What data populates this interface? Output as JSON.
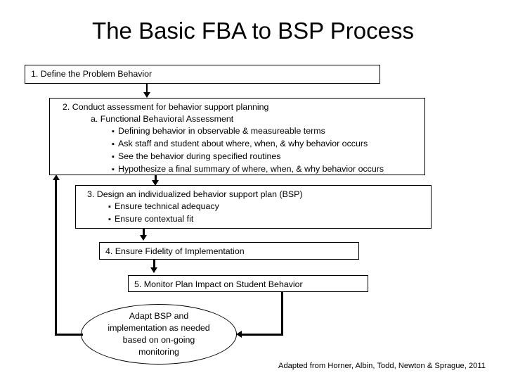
{
  "slide": {
    "title": "The Basic FBA to BSP Process",
    "credit": "Adapted from Horner, Albin, Todd, Newton & Sprague, 2011"
  },
  "nodes": {
    "box1": {
      "lines": [
        "1. Define the Problem Behavior"
      ]
    },
    "box2": {
      "heading": "2. Conduct assessment for behavior support planning",
      "subheading": "a. Functional Behavioral Assessment",
      "bullets": [
        "Defining behavior in observable & measureable terms",
        "Ask staff and student about where, when, & why behavior occurs",
        "See the behavior during specified routines",
        "Hypothesize a final summary of where, when, & why behavior occurs"
      ]
    },
    "box3": {
      "heading": "3. Design an individualized behavior support plan (BSP)",
      "bullets": [
        "Ensure technical adequacy",
        "Ensure contextual fit"
      ]
    },
    "box4": {
      "lines": [
        "4. Ensure Fidelity of Implementation"
      ]
    },
    "box5": {
      "lines": [
        "5. Monitor Plan Impact on Student Behavior"
      ]
    },
    "ellipse": {
      "lines": [
        "Adapt BSP and",
        "implementation  as needed",
        "based on on-going",
        "monitoring"
      ]
    }
  },
  "bullet_glyph": "▪",
  "colors": {
    "background": "#ffffff",
    "stroke": "#000000",
    "text": "#000000"
  }
}
